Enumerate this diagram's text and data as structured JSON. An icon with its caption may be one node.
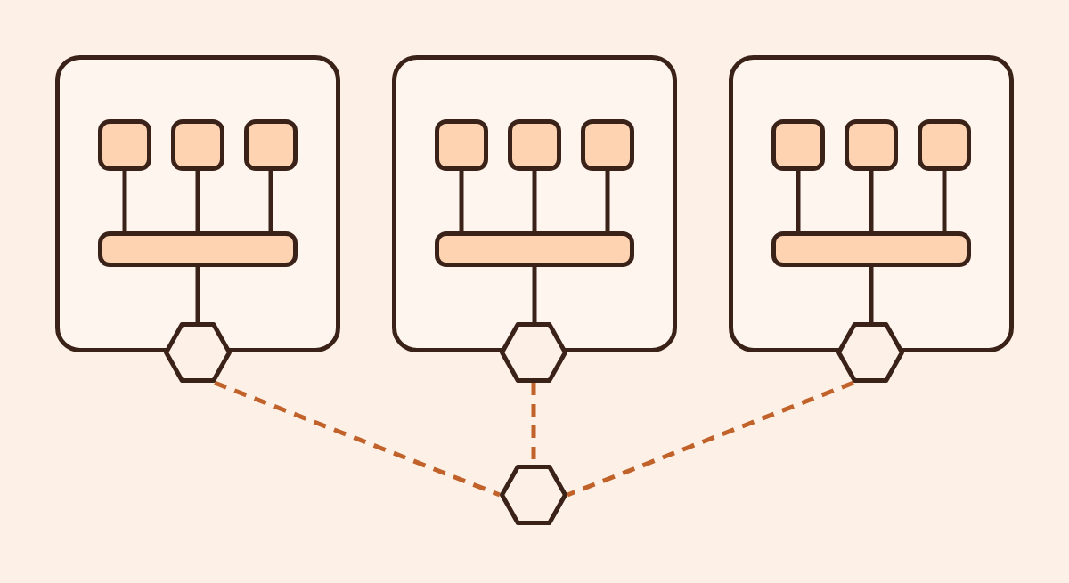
{
  "diagram": {
    "nodes": [
      {
        "text": [],
        "shape": "box"
      },
      {
        "text": [],
        "shape": "box",
        "in": 0
      },
      {
        "text": [],
        "shape": "box",
        "in": 0
      },
      {
        "text": [],
        "shape": "box",
        "in": 0
      },
      {
        "text": [],
        "shape": "bar",
        "in": 0
      },
      {
        "text": [],
        "shape": "hexagon"
      },
      {
        "text": [],
        "shape": "box"
      },
      {
        "text": [],
        "shape": "box",
        "in": 6
      },
      {
        "text": [],
        "shape": "box",
        "in": 6
      },
      {
        "text": [],
        "shape": "box",
        "in": 6
      },
      {
        "text": [],
        "shape": "bar",
        "in": 6
      },
      {
        "text": [],
        "shape": "hexagon"
      },
      {
        "text": [],
        "shape": "box"
      },
      {
        "text": [],
        "shape": "box",
        "in": 12
      },
      {
        "text": [],
        "shape": "box",
        "in": 12
      },
      {
        "text": [],
        "shape": "box",
        "in": 12
      },
      {
        "text": [],
        "shape": "bar",
        "in": 12
      },
      {
        "text": [],
        "shape": "hexagon"
      },
      {
        "text": [],
        "shape": "hexagon"
      }
    ],
    "edges": [
      {
        "from": 1,
        "to": 4,
        "arrow": "none"
      },
      {
        "from": 2,
        "to": 4,
        "arrow": "none"
      },
      {
        "from": 3,
        "to": 4,
        "arrow": "none"
      },
      {
        "from": 4,
        "to": 5,
        "arrow": "none"
      },
      {
        "from": 7,
        "to": 10,
        "arrow": "none"
      },
      {
        "from": 8,
        "to": 10,
        "arrow": "none"
      },
      {
        "from": 9,
        "to": 10,
        "arrow": "none"
      },
      {
        "from": 10,
        "to": 11,
        "arrow": "none"
      },
      {
        "from": 13,
        "to": 16,
        "arrow": "none"
      },
      {
        "from": 14,
        "to": 16,
        "arrow": "none"
      },
      {
        "from": 15,
        "to": 16,
        "arrow": "none"
      },
      {
        "from": 16,
        "to": 17,
        "arrow": "none"
      },
      {
        "from": 5,
        "to": 18,
        "arrow": "none",
        "style": "dashed",
        "color": "#c0622a"
      },
      {
        "from": 11,
        "to": 18,
        "arrow": "none",
        "style": "dashed",
        "color": "#c0622a"
      },
      {
        "from": 17,
        "to": 18,
        "arrow": "none",
        "style": "dashed",
        "color": "#c0622a"
      }
    ]
  }
}
